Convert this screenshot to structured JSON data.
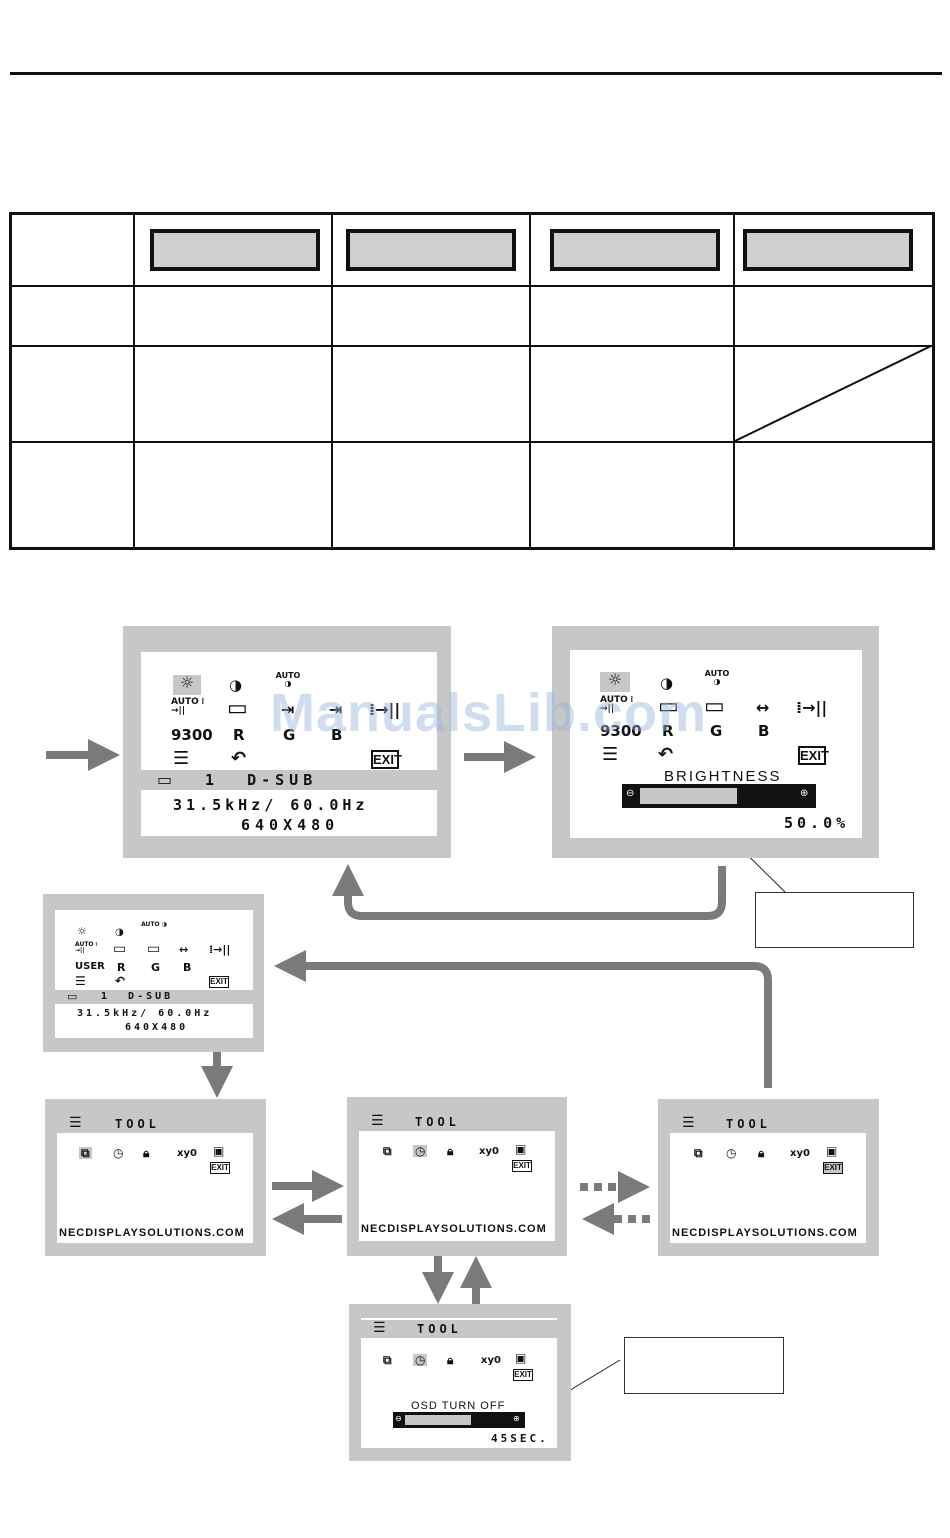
{
  "watermark": "ManualsLib.com",
  "screen1": {
    "row1": [
      "☼",
      "◑",
      "AUTO ◑"
    ],
    "row2": [
      "AUTO ⧙→||",
      "▭",
      "⇥",
      "⇥",
      "⁞→||"
    ],
    "row3": [
      "9300",
      "R",
      "G",
      "B"
    ],
    "exit": "EXIT",
    "input": "1  D-SUB",
    "freq": "31.5kHz/ 60.0Hz",
    "res": "640X480"
  },
  "screen2": {
    "row3": [
      "9300",
      "R",
      "G",
      "B"
    ],
    "exit": "EXIT",
    "label": "BRIGHTNESS",
    "value": "50.0%",
    "level": 0.5
  },
  "screen3": {
    "row3": [
      "USER",
      "R",
      "G",
      "B"
    ],
    "exit": "EXIT",
    "input": "1  D-SUB",
    "freq": "31.5kHz/ 60.0Hz",
    "res": "640X480"
  },
  "tool": {
    "title": "TOOL",
    "url": "NECDISPLAYSOLUTIONS.COM",
    "exit": "EXIT",
    "xy": "xy0"
  },
  "osd_off": {
    "label": "OSD TURN OFF",
    "value": "45SEC.",
    "level": 0.5
  },
  "colors": {
    "screen_gray": "#c7c7c7",
    "arrow_gray": "#7a7a7a"
  }
}
